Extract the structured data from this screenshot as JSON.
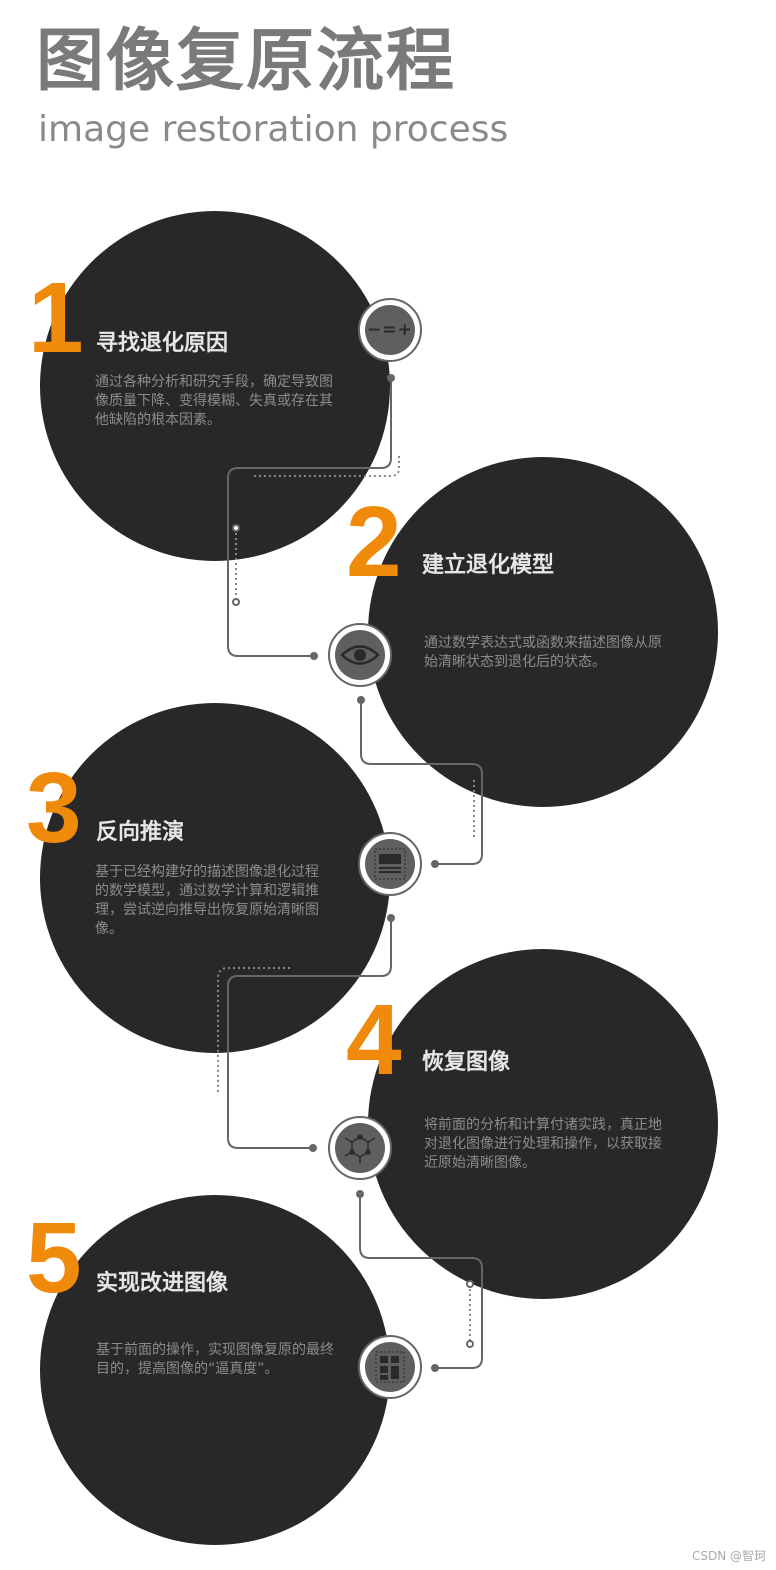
{
  "header": {
    "title": "图像复原流程",
    "subtitle": "image restoration process"
  },
  "steps": [
    {
      "number": "1",
      "title": "寻找退化原因",
      "desc": "通过各种分析和研究手段，确定导致图像质量下降、变得模糊、失真或存在其他缺陷的根本因素。",
      "icon": "minus-equals-plus-icon"
    },
    {
      "number": "2",
      "title": "建立退化模型",
      "desc": "通过数学表达式或函数来描述图像从原始清晰状态到退化后的状态。",
      "icon": "eye-icon"
    },
    {
      "number": "3",
      "title": "反向推演",
      "desc": "基于已经构建好的描述图像退化过程的数学模型，通过数学计算和逻辑推理，尝试逆向推导出恢复原始清晰图像。",
      "icon": "document-icon"
    },
    {
      "number": "4",
      "title": "恢复图像",
      "desc": "将前面的分析和计算付诸实践，真正地对退化图像进行处理和操作，以获取接近原始清晰图像。",
      "icon": "molecule-icon"
    },
    {
      "number": "5",
      "title": "实现改进图像",
      "desc": "基于前面的操作，实现图像复原的最终目的，提高图像的“逼真度”。",
      "icon": "grid-icon"
    }
  ],
  "footer": {
    "watermark": "CSDN @智珂"
  },
  "colors": {
    "accent": "#f08a0b",
    "circle": "#282828",
    "line": "#666666"
  }
}
